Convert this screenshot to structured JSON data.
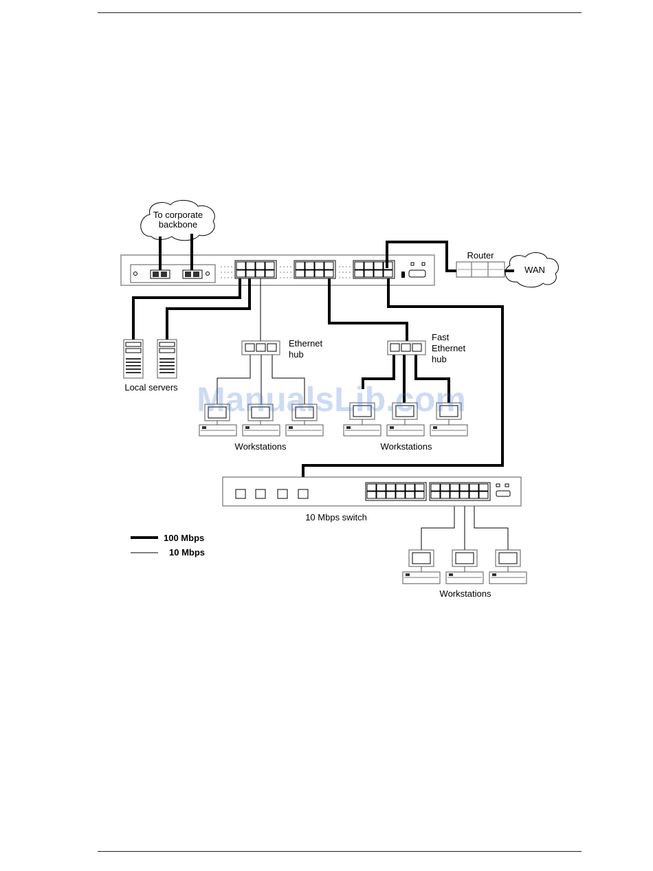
{
  "labels": {
    "backbone": [
      "To corporate",
      "backbone"
    ],
    "router": "Router",
    "wan": "WAN",
    "ethernet_hub": [
      "Ethernet",
      "hub"
    ],
    "fast_ethernet_hub": [
      "Fast",
      "Ethernet",
      "hub"
    ],
    "local_servers": "Local servers",
    "workstations": "Workstations",
    "switch_10": "10 Mbps switch"
  },
  "legend": {
    "fast": "100 Mbps",
    "slow": "10 Mbps"
  },
  "watermark": "ManualsLib.com"
}
